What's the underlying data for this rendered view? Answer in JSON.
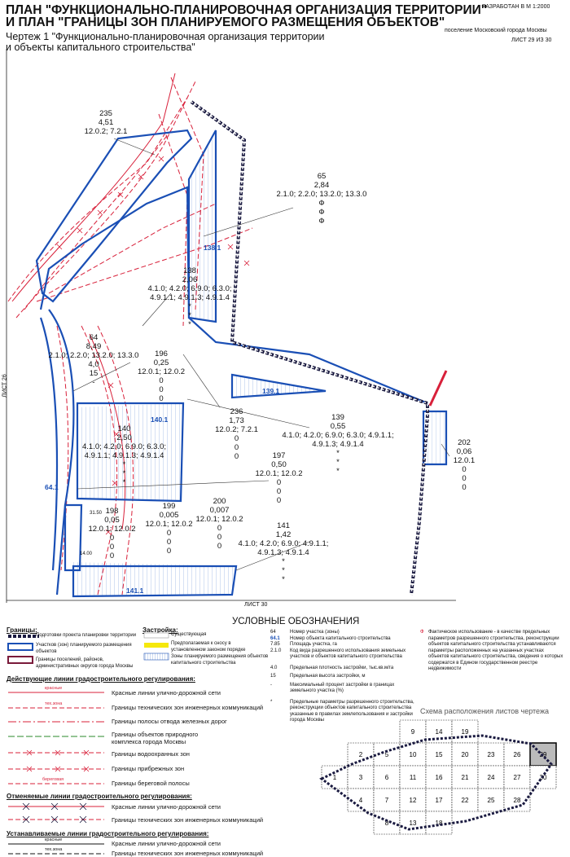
{
  "header": {
    "title_line1": "ПЛАН \"ФУНКЦИОНАЛЬНО-ПЛАНИРОВОЧНАЯ ОРГАНИЗАЦИЯ ТЕРРИТОРИИ\"",
    "title_line2": "И ПЛАН \"ГРАНИЦЫ ЗОН ПЛАНИРУЕМОГО РАЗМЕЩЕНИЯ ОБЪЕКТОВ\"",
    "subtitle_line1": "Чертеж 1 \"Функционально-планировочная организация территории",
    "subtitle_line2": "и объекты капитального строительства\"",
    "scale": "РАЗРАБОТАН В М 1:2000",
    "settlement": "поселение Московский города Москвы",
    "sheet": "ЛИСТ 29 ИЗ 30"
  },
  "map": {
    "parcels": [
      {
        "num": "235",
        "area": "4,51",
        "codes": [
          "12.0.2; 7.2.1"
        ]
      },
      {
        "num": "65",
        "area": "2,84",
        "codes": [
          "2.1.0; 2.2.0; 13.2.0; 13.3.0"
        ],
        "marks": [
          "Ф",
          "Ф",
          "Ф"
        ]
      },
      {
        "num": "138",
        "area": "2,06",
        "codes": [
          "4.1.0; 4.2.0; 6.9.0; 6.3.0;",
          "4.9.1.1; 4.9.1.3; 4.9.1.4"
        ],
        "marks": [
          "*",
          "*",
          "*"
        ]
      },
      {
        "num": "64",
        "area": "8,49",
        "codes": [
          "2.1.0; 2.2.0; 13.2.0; 13.3.0"
        ],
        "extra": [
          "4,0",
          "15",
          "-"
        ]
      },
      {
        "num": "196",
        "area": "0,25",
        "codes": [
          "12.0.1; 12.0.2"
        ],
        "extra": [
          "0",
          "0",
          "0"
        ]
      },
      {
        "num": "236",
        "area": "1,73",
        "codes": [
          "12.0.2; 7.2.1"
        ],
        "extra": [
          "0",
          "0",
          "0"
        ]
      },
      {
        "num": "139",
        "area": "0,55",
        "codes": [
          "4.1.0; 4.2.0; 6.9.0; 6.3.0; 4.9.1.1;",
          "4.9.1.3; 4.9.1.4"
        ],
        "marks": [
          "*",
          "*",
          "*"
        ]
      },
      {
        "num": "140",
        "area": "2,50",
        "codes": [
          "4.1.0; 4.2.0; 6.9.0; 6.3.0;",
          "4.9.1.1; 4.9.1.3; 4.9.1.4"
        ],
        "marks": [
          "*",
          "*",
          "*"
        ]
      },
      {
        "num": "202",
        "area": "0,06",
        "codes": [
          "12.0.1"
        ],
        "extra": [
          "0",
          "0",
          "0"
        ]
      },
      {
        "num": "197",
        "area": "0,50",
        "codes": [
          "12.0.1; 12.0.2"
        ],
        "extra": [
          "0",
          "0",
          "0"
        ]
      },
      {
        "num": "198",
        "area": "0,05",
        "codes": [
          "12.0.1; 12.0.2"
        ],
        "extra": [
          "0",
          "0",
          "0"
        ]
      },
      {
        "num": "199",
        "area": "0,005",
        "codes": [
          "12.0.1; 12.0.2"
        ],
        "extra": [
          "0",
          "0",
          "0"
        ]
      },
      {
        "num": "200",
        "area": "0,007",
        "codes": [
          "12.0.1; 12.0.2"
        ],
        "extra": [
          "0",
          "0",
          "0"
        ]
      },
      {
        "num": "141",
        "area": "1,42",
        "codes": [
          "4.1.0; 4.2.0; 6.9.0; 4.9.1.1;",
          "4.9.1.3; 4.9.1.4"
        ],
        "marks": [
          "*",
          "*",
          "*"
        ]
      }
    ],
    "objects": [
      "138.1",
      "139.1",
      "140.1",
      "64.1",
      "141.1"
    ],
    "sheet_left": "ЛИСТ 26",
    "sheet_bottom": "ЛИСТ 30",
    "dims": [
      "31.50",
      "14.00"
    ]
  },
  "legend": {
    "title": "УСЛОВНЫЕ ОБОЗНАЧЕНИЯ",
    "borders_title": "Границы:",
    "borders": [
      "Подготовки проекта планировки территории",
      "Участков (зон) планируемого размещения объектов",
      "Границы поселений, районов, административных округов города Москвы"
    ],
    "build_title": "Застройка:",
    "build": [
      "Существующая",
      "Предполагаемая к сносу в установленном законом порядке",
      "Зоны планируемого размещения объектов капитального строительства"
    ],
    "codes": [
      {
        "k": "64",
        "v": "Номер участка (зоны)"
      },
      {
        "k": "64.1",
        "v": "Номер объекта капитального строительства"
      },
      {
        "k": "7.85",
        "v": "Площадь участка, га"
      },
      {
        "k": "2.1.0",
        "v": "Код вида разрешенного использования земельных участков и объектов капитального строительства"
      },
      {
        "k": "4.0",
        "v": "Предельная плотность застройки, тыс.кв.м/га"
      },
      {
        "k": "15",
        "v": "Предельная высота застройки, м"
      },
      {
        "k": "-",
        "v": "Максимальный процент застройки в границах земельного участка (%)"
      },
      {
        "k": "*",
        "v": "Предельные параметры разрешенного строительства, реконструкции объектов капитального строительства указанные в правилах землепользования и застройки города Москвы"
      }
    ],
    "phi": "Фактическое использование - в качестве предельных параметров разрешенного строительства, реконструкции объектов капитального строительства устанавливаются параметры расположенных на указанных участках объектов капитального строительства, сведения о которых содержатся в Едином государственном реестре недвижимости",
    "active_title": "Действующие линии градостроительного регулирования:",
    "active": [
      {
        "tag": "красные",
        "v": "Красные линии улично-дорожной сети"
      },
      {
        "tag": "тех.зона",
        "v": "Границы технических зон инженерных коммуникаций"
      },
      {
        "tag": "",
        "v": "Границы полосы отвода железных дорог"
      },
      {
        "tag": "",
        "v": "Границы объектов природного комплекса города Москвы"
      },
      {
        "tag": "",
        "v": "Границы водоохранных зон"
      },
      {
        "tag": "",
        "v": "Границы прибрежных зон"
      },
      {
        "tag": "береговая",
        "v": "Границы береговой полосы"
      }
    ],
    "cancel_title": "Отменяемые линии градостроительного регулирования:",
    "cancel": [
      "Красные линии улично-дорожной сети",
      "Границы технических зон инженерных коммуникаций"
    ],
    "new_title": "Устанавливаемые линии градостроительного регулирования:",
    "new": [
      {
        "tag": "красные",
        "v": "Красные линии улично-дорожной сети"
      },
      {
        "tag": "тех.зона",
        "v": "Границы технических зон инженерных коммуникаций"
      }
    ]
  },
  "scheme": {
    "title": "Схема расположения листов чертежа",
    "cells": [
      "1",
      "2",
      "3",
      "4",
      "5",
      "6",
      "7",
      "8",
      "9",
      "10",
      "11",
      "12",
      "13",
      "14",
      "15",
      "16",
      "17",
      "18",
      "19",
      "20",
      "21",
      "22",
      "23",
      "24",
      "25",
      "26",
      "27",
      "28",
      "29",
      "30"
    ]
  },
  "colors": {
    "red": "#d8203a",
    "blue": "#1a4fb5",
    "dark": "#1a1a40"
  }
}
